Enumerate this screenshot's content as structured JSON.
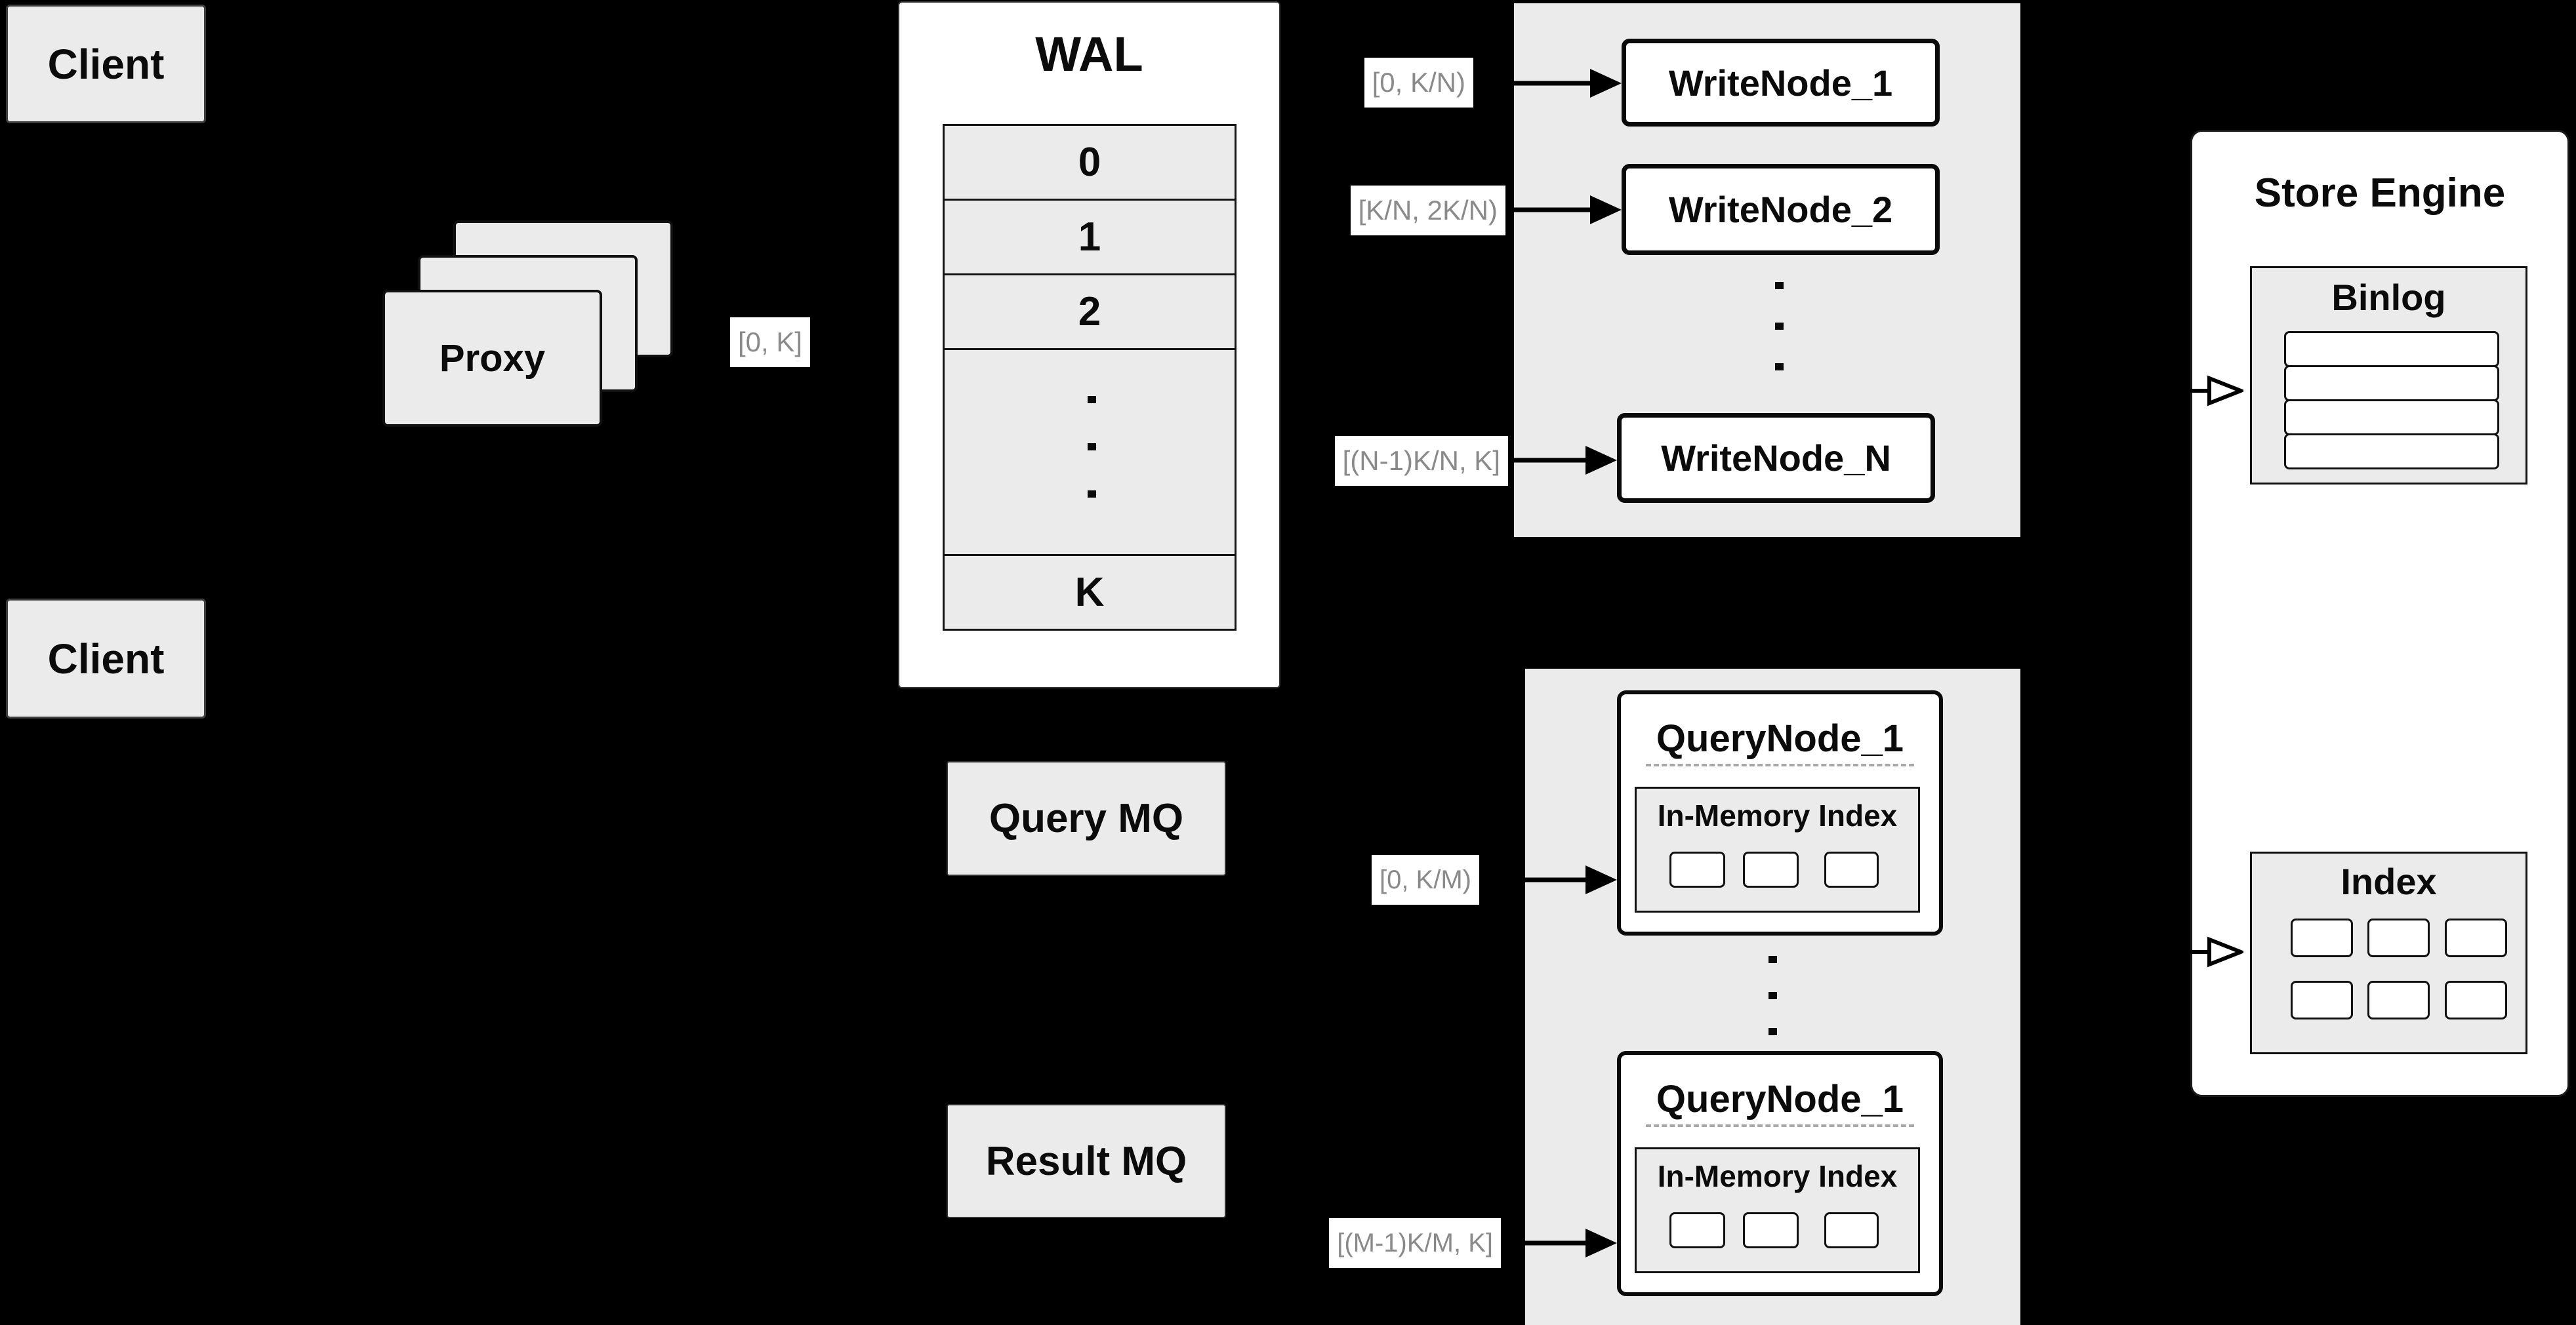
{
  "canvas": {
    "background": "#000000",
    "box_fill": "#ebebeb",
    "node_fill": "#ffffff",
    "border_color": "#0a0a0a",
    "chip_text_color": "#8a8a8a"
  },
  "clients": {
    "top_label": "Client",
    "bottom_label": "Client"
  },
  "proxy": {
    "label": "Proxy",
    "range_label": "[0, K]"
  },
  "wal": {
    "title": "WAL",
    "rows": [
      "0",
      "1",
      "2"
    ],
    "ellipsis": "...",
    "last_row": "K"
  },
  "write_nodes": {
    "ellipsis": "...",
    "items": [
      {
        "range": "[0, K/N)",
        "label": "WriteNode_1"
      },
      {
        "range": "[K/N, 2K/N)",
        "label": "WriteNode_2"
      },
      {
        "range": "[(N-1)K/N, K]",
        "label": "WriteNode_N"
      }
    ]
  },
  "store_engine": {
    "title": "Store Engine",
    "binlog_title": "Binlog",
    "index_title": "Index"
  },
  "mq": {
    "query_label": "Query MQ",
    "result_label": "Result MQ"
  },
  "query_nodes": {
    "ellipsis": "...",
    "items": [
      {
        "range": "[0, K/M)",
        "label": "QueryNode_1",
        "inner_label": "In-Memory Index"
      },
      {
        "range": "[(M-1)K/M, K]",
        "label": "QueryNode_1",
        "inner_label": "In-Memory Index"
      }
    ]
  }
}
